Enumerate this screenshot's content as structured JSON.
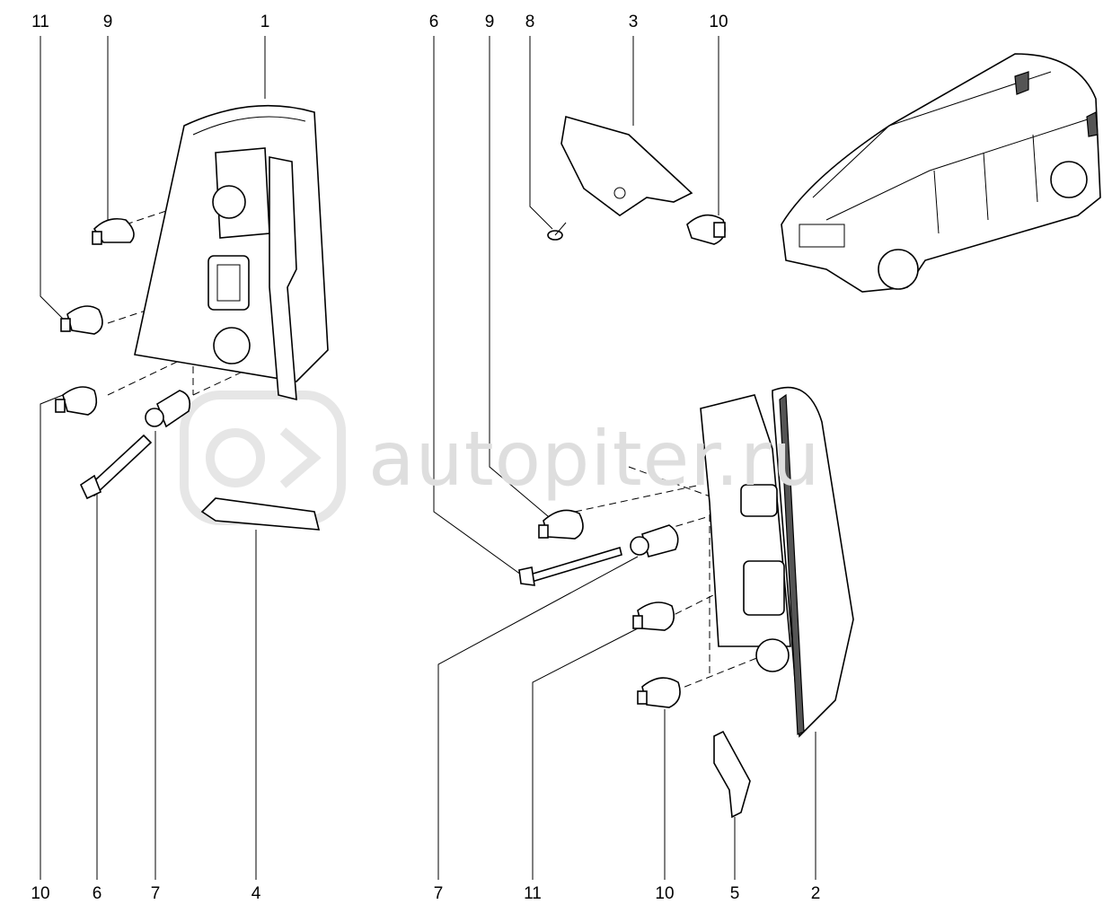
{
  "diagram": {
    "watermark": "autopiter.ru",
    "callouts_top": [
      "11",
      "9",
      "1",
      "6",
      "9",
      "8",
      "3",
      "10"
    ],
    "callouts_bottom": [
      "10",
      "6",
      "7",
      "4",
      "7",
      "11",
      "10",
      "5",
      "2"
    ]
  }
}
